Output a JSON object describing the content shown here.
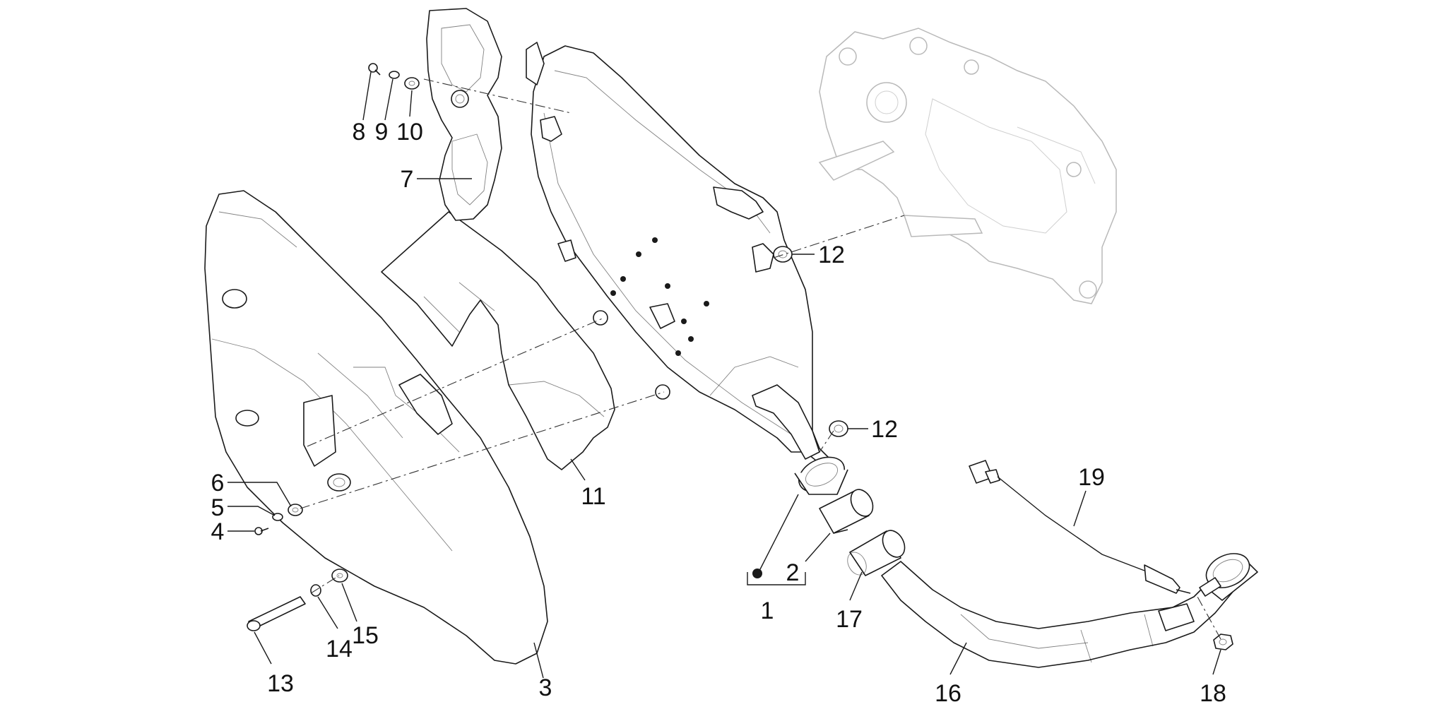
{
  "callouts": {
    "c1": "1",
    "c2": "2",
    "c3": "3",
    "c4": "4",
    "c5": "5",
    "c6": "6",
    "c7": "7",
    "c8": "8",
    "c9": "9",
    "c10": "10",
    "c11": "11",
    "c12a": "12",
    "c12b": "12",
    "c13": "13",
    "c14": "14",
    "c15": "15",
    "c16": "16",
    "c17": "17",
    "c18": "18",
    "c19": "19"
  },
  "colors": {
    "line": "#1a1a1a",
    "ghost_line": "#b9b9b9",
    "background": "#ffffff"
  }
}
